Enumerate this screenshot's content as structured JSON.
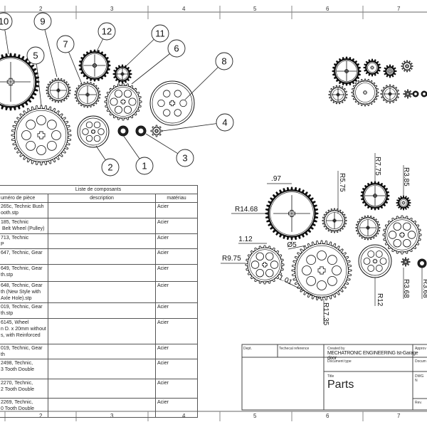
{
  "frame": {
    "top_zones": [
      "2",
      "3",
      "4",
      "5",
      "6",
      "7"
    ],
    "bottom_zones": [
      "2",
      "3",
      "4",
      "5",
      "6",
      "7"
    ]
  },
  "balloons": [
    "1",
    "2",
    "3",
    "4",
    "5",
    "6",
    "7",
    "8",
    "9",
    "10",
    "11",
    "12"
  ],
  "dimensions": [
    "R14.68",
    ".97",
    "1.12",
    "R9.75",
    "Ø5",
    "1.01",
    "R17.35",
    "R5.75",
    "R7.75",
    "R3.85",
    "R12",
    "R3.68",
    "R3.68"
  ],
  "bom": {
    "title": "Liste de composants",
    "headers": [
      "uméro de pièce",
      "description",
      "matériau"
    ],
    "rows": [
      {
        "part": "265c, Technic Bush\nooth.stp",
        "description": "",
        "material": "Acier"
      },
      {
        "part": "185, Technic\n Belt Wheel (Pulley)",
        "description": "",
        "material": "Acier"
      },
      {
        "part": "713, Technic\nP",
        "description": "",
        "material": "Acier"
      },
      {
        "part": "647, Technic, Gear\n",
        "description": "",
        "material": "Acier"
      },
      {
        "part": "649, Technic, Gear\nth.stp",
        "description": "",
        "material": "Acier"
      },
      {
        "part": "648, Technic, Gear\nth (New Style with\nAxle Hole).stp",
        "description": "",
        "material": "Acier"
      },
      {
        "part": "019, Technic, Gear\nth.stp",
        "description": "",
        "material": "Acier"
      },
      {
        "part": "6145, Wheel\nn D. x 20mm without\ns, with Reinforced",
        "description": "",
        "material": "Acier"
      },
      {
        "part": "019, Technic, Gear\nth",
        "description": "",
        "material": "Acier"
      },
      {
        "part": "2498, Technic,\n3 Tooth Double",
        "description": "",
        "material": "Acier"
      },
      {
        "part": "2270, Technic,\n2 Tooth Double",
        "description": "",
        "material": "Acier"
      },
      {
        "part": "2269, Technic,\n0 Tooth Double",
        "description": "",
        "material": "Acier"
      }
    ]
  },
  "title_block": {
    "dept_label": "Dept.",
    "tech_ref_label": "Techecal reference",
    "created_by_label": "Created by",
    "created_by": "MECHATRONIC ENGINEERING Ist-Garage door",
    "approved_label": "Approv",
    "document_type_label": "Document type",
    "document_status_label": "Docum",
    "title_label": "Title",
    "title": "Parts",
    "dwg_label": "DWG N",
    "rev_label": "Rev."
  }
}
